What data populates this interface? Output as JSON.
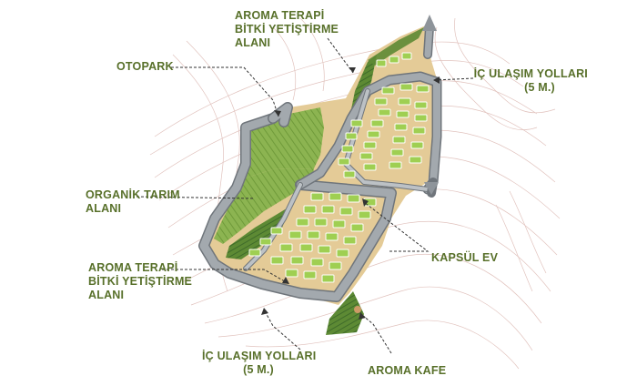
{
  "labels": {
    "aroma_top": [
      "AROMA TERAPİ",
      "BİTKİ YETİŞTİRME",
      "ALANI"
    ],
    "otopark": "OTOPARK",
    "ic_ulasim_top": [
      "İÇ ULAŞIM YOLLARI",
      "(5 M.)"
    ],
    "organik": [
      "ORGANİK TARIM",
      "ALANI"
    ],
    "kapsul": "KAPSÜL EV",
    "aroma_left": [
      "AROMA TERAPİ",
      "BİTKİ YETİŞTİRME",
      "ALANI"
    ],
    "ic_ulasim_bottom": [
      "İÇ ULAŞIM YOLLARI",
      "(5 M.)"
    ],
    "aroma_kafe": "AROMA KAFE"
  },
  "colors": {
    "label_text": "#58702a",
    "road": "#9aa0a6",
    "road_edge": "#6f757b",
    "sand": "#e2c995",
    "green_field": "#7fa84a",
    "dark_green": "#3f6b2a",
    "capsule": "#9ccc4e",
    "contour": "#d9b3ad",
    "leader": "#333333"
  }
}
